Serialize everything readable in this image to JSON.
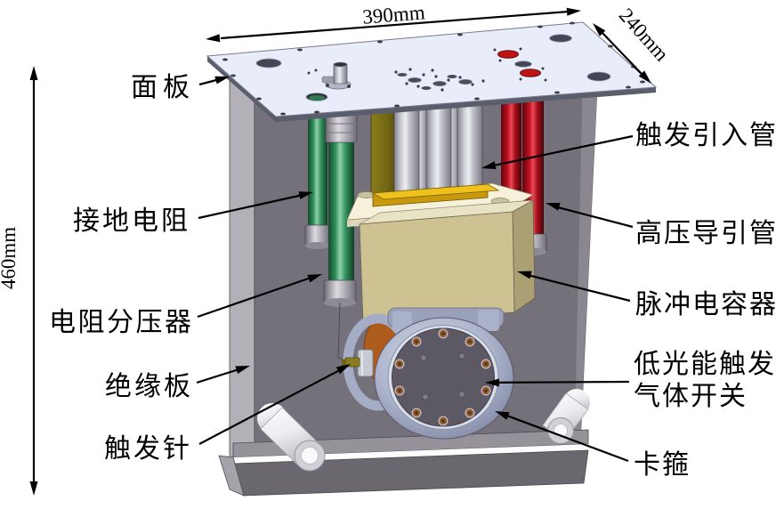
{
  "figure_type": "labeled-engineering-assembly-diagram",
  "dimensions": {
    "top_width": "390mm",
    "top_depth": "240mm",
    "side_height": "460mm"
  },
  "labels": {
    "panel": "面板",
    "grounding_resistor": "接地电阻",
    "trigger_inlet_tube": "触发引入管",
    "hv_guide_tube": "高压导引管",
    "resistor_divider": "电阻分压器",
    "pulse_capacitor": "脉冲电容器",
    "insulation_board": "绝缘板",
    "gas_switch_line1": "低光能触发",
    "gas_switch_line2": "气体开关",
    "trigger_pin": "触发针",
    "clamp": "卡箍"
  },
  "colors": {
    "background": "#ffffff",
    "panel_face": "#e9edfa",
    "insulation_board_gray": "#75717a",
    "grounding_resistor_green": "#2f8f5a",
    "hv_tube_red": "#c01020",
    "trigger_tube_silver": "#c8c8d0",
    "capacitor_tan": "#cfc292",
    "capacitor_flange_cream": "#f6f1da",
    "bus_bar_gold": "#eec11c",
    "switch_ring_bluegray": "#aeb6cd",
    "switch_face_gray": "#5d5964",
    "copper": "#ad5c1d",
    "annotation": "#000000"
  }
}
